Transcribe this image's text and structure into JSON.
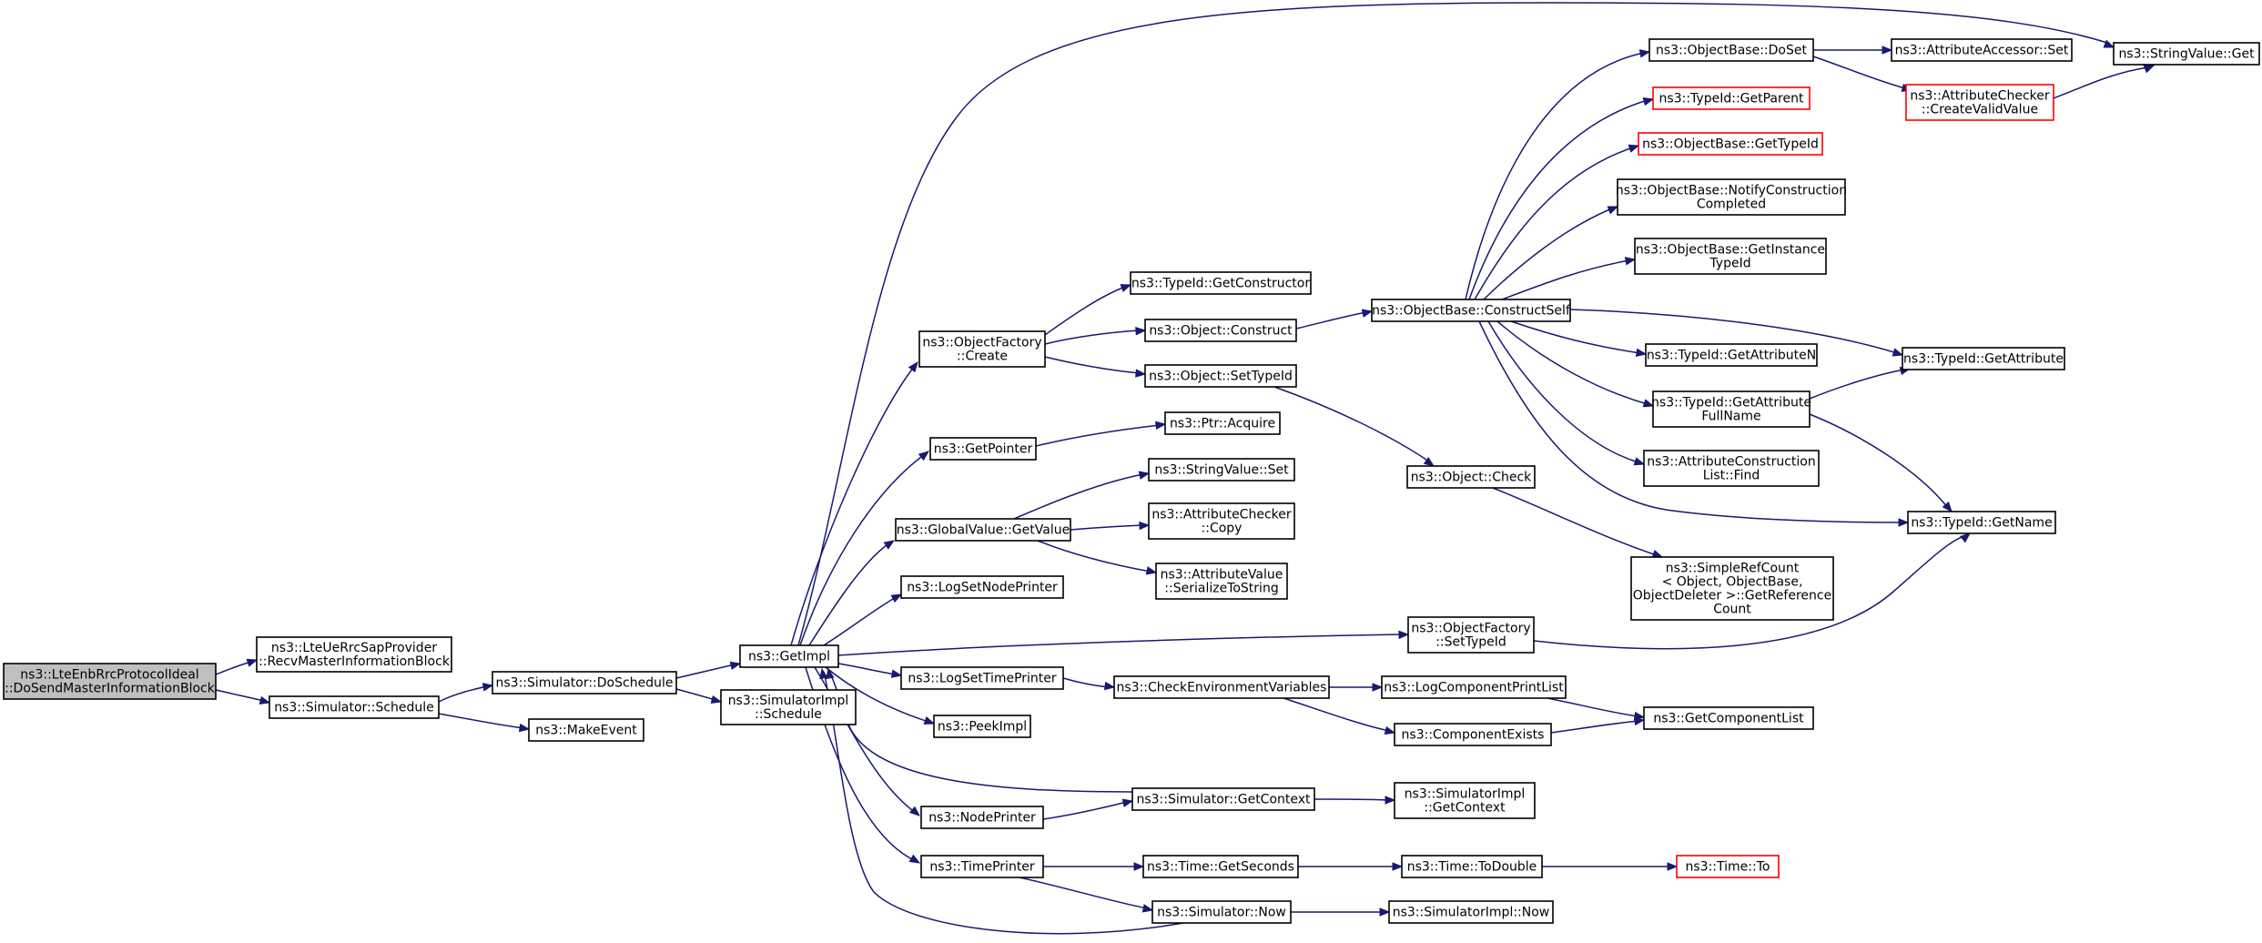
{
  "graph": {
    "nodes": [
      {
        "id": "root",
        "lines": [
          "ns3::LteEnbRrcProtocolIdeal",
          "::DoSendMasterInformationBlock"
        ],
        "style": "root"
      },
      {
        "id": "recvmib",
        "lines": [
          "ns3::LteUeRrcSapProvider",
          "::RecvMasterInformationBlock"
        ],
        "style": "normal"
      },
      {
        "id": "sched",
        "lines": [
          "ns3::Simulator::Schedule"
        ],
        "style": "normal"
      },
      {
        "id": "makeevent",
        "lines": [
          "ns3::MakeEvent"
        ],
        "style": "normal"
      },
      {
        "id": "dosched",
        "lines": [
          "ns3::Simulator::DoSchedule"
        ],
        "style": "normal"
      },
      {
        "id": "getimpl",
        "lines": [
          "ns3::GetImpl"
        ],
        "style": "normal"
      },
      {
        "id": "simimplsched",
        "lines": [
          "ns3::SimulatorImpl",
          "::Schedule"
        ],
        "style": "normal"
      },
      {
        "id": "ofcreate",
        "lines": [
          "ns3::ObjectFactory",
          "::Create"
        ],
        "style": "normal"
      },
      {
        "id": "getpointer",
        "lines": [
          "ns3::GetPointer"
        ],
        "style": "normal"
      },
      {
        "id": "gvgetvalue",
        "lines": [
          "ns3::GlobalValue::GetValue"
        ],
        "style": "normal"
      },
      {
        "id": "logsetnode",
        "lines": [
          "ns3::LogSetNodePrinter"
        ],
        "style": "normal"
      },
      {
        "id": "logsettime",
        "lines": [
          "ns3::LogSetTimePrinter"
        ],
        "style": "normal"
      },
      {
        "id": "peekimpl",
        "lines": [
          "ns3::PeekImpl"
        ],
        "style": "normal"
      },
      {
        "id": "nodeprinter",
        "lines": [
          "ns3::NodePrinter"
        ],
        "style": "normal"
      },
      {
        "id": "timeprinter",
        "lines": [
          "ns3::TimePrinter"
        ],
        "style": "normal"
      },
      {
        "id": "tidgetctor",
        "lines": [
          "ns3::TypeId::GetConstructor"
        ],
        "style": "normal"
      },
      {
        "id": "objconstruct",
        "lines": [
          "ns3::Object::Construct"
        ],
        "style": "normal"
      },
      {
        "id": "objsettypeid",
        "lines": [
          "ns3::Object::SetTypeId"
        ],
        "style": "normal"
      },
      {
        "id": "ptracquire",
        "lines": [
          "ns3::Ptr::Acquire"
        ],
        "style": "normal"
      },
      {
        "id": "svset",
        "lines": [
          "ns3::StringValue::Set"
        ],
        "style": "normal"
      },
      {
        "id": "accopy",
        "lines": [
          "ns3::AttributeChecker",
          "::Copy"
        ],
        "style": "normal"
      },
      {
        "id": "avser",
        "lines": [
          "ns3::AttributeValue",
          "::SerializeToString"
        ],
        "style": "normal"
      },
      {
        "id": "ofsettypeid",
        "lines": [
          "ns3::ObjectFactory",
          "::SetTypeId"
        ],
        "style": "normal"
      },
      {
        "id": "checkenv",
        "lines": [
          "ns3::CheckEnvironmentVariables"
        ],
        "style": "normal"
      },
      {
        "id": "simgetctx",
        "lines": [
          "ns3::Simulator::GetContext"
        ],
        "style": "normal"
      },
      {
        "id": "timegetsec",
        "lines": [
          "ns3::Time::GetSeconds"
        ],
        "style": "normal"
      },
      {
        "id": "simnow",
        "lines": [
          "ns3::Simulator::Now"
        ],
        "style": "normal"
      },
      {
        "id": "obconstructself",
        "lines": [
          "ns3::ObjectBase::ConstructSelf"
        ],
        "style": "normal"
      },
      {
        "id": "objcheck",
        "lines": [
          "ns3::Object::Check"
        ],
        "style": "normal"
      },
      {
        "id": "logcompprint",
        "lines": [
          "ns3::LogComponentPrintList"
        ],
        "style": "normal"
      },
      {
        "id": "compexists",
        "lines": [
          "ns3::ComponentExists"
        ],
        "style": "normal"
      },
      {
        "id": "simimplgetctx",
        "lines": [
          "ns3::SimulatorImpl",
          "::GetContext"
        ],
        "style": "normal"
      },
      {
        "id": "timetodouble",
        "lines": [
          "ns3::Time::ToDouble"
        ],
        "style": "normal"
      },
      {
        "id": "simimplnow",
        "lines": [
          "ns3::SimulatorImpl::Now"
        ],
        "style": "normal"
      },
      {
        "id": "obdoset",
        "lines": [
          "ns3::ObjectBase::DoSet"
        ],
        "style": "normal"
      },
      {
        "id": "tidgetparent",
        "lines": [
          "ns3::TypeId::GetParent"
        ],
        "style": "red"
      },
      {
        "id": "obgettypeid",
        "lines": [
          "ns3::ObjectBase::GetTypeId"
        ],
        "style": "red"
      },
      {
        "id": "obnotify",
        "lines": [
          "ns3::ObjectBase::NotifyConstruction",
          "Completed"
        ],
        "style": "normal"
      },
      {
        "id": "obgetinst",
        "lines": [
          "ns3::ObjectBase::GetInstance",
          "TypeId"
        ],
        "style": "normal"
      },
      {
        "id": "tidgetattrn",
        "lines": [
          "ns3::TypeId::GetAttributeN"
        ],
        "style": "normal"
      },
      {
        "id": "tidgetattrfull",
        "lines": [
          "ns3::TypeId::GetAttribute",
          "FullName"
        ],
        "style": "normal"
      },
      {
        "id": "acfind",
        "lines": [
          "ns3::AttributeConstruction",
          "List::Find"
        ],
        "style": "normal"
      },
      {
        "id": "simplerefcount",
        "lines": [
          "ns3::SimpleRefCount",
          "< Object, ObjectBase,",
          "ObjectDeleter >::GetReference",
          "Count"
        ],
        "style": "normal"
      },
      {
        "id": "getcomplist",
        "lines": [
          "ns3::GetComponentList"
        ],
        "style": "normal"
      },
      {
        "id": "timeto",
        "lines": [
          "ns3::Time::To"
        ],
        "style": "red"
      },
      {
        "id": "aaset",
        "lines": [
          "ns3::AttributeAccessor::Set"
        ],
        "style": "normal"
      },
      {
        "id": "accreate",
        "lines": [
          "ns3::AttributeChecker",
          "::CreateValidValue"
        ],
        "style": "red"
      },
      {
        "id": "svget",
        "lines": [
          "ns3::StringValue::Get"
        ],
        "style": "normal"
      },
      {
        "id": "tidgetattr",
        "lines": [
          "ns3::TypeId::GetAttribute"
        ],
        "style": "normal"
      },
      {
        "id": "tidgetname",
        "lines": [
          "ns3::TypeId::GetName"
        ],
        "style": "normal"
      }
    ]
  },
  "colors": {
    "edge": "#191970",
    "root_fill": "#bfbfbf",
    "red_border": "#ff0000"
  }
}
